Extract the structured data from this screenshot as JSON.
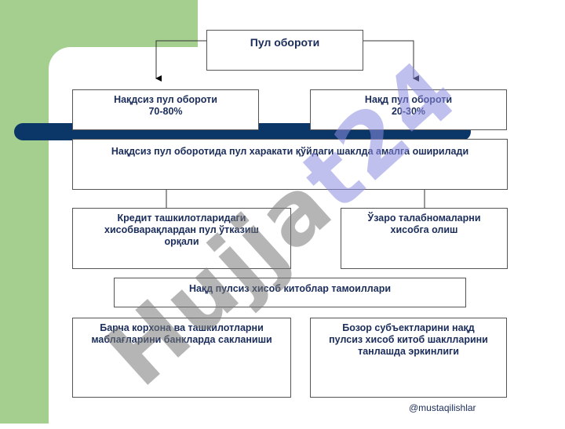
{
  "diagram": {
    "title": "Пул обороти",
    "noncash": {
      "line1": "Нақдсиз пул обороти",
      "line2": "70-80%"
    },
    "cash": {
      "line1": "Нақд пул обороти",
      "line2": "20-30%"
    },
    "noncash_forms": "Нақдсиз пул оборотида пул харакати қўйдаги шаклда амалга оширилади",
    "credit_transfer": {
      "line1": "Кредит ташкилотларидаги",
      "line2": "хисобварақлардан пул ўтказиш",
      "line3": "орқали"
    },
    "mutual_claims": {
      "line1": "Ўзаро талабномаларни",
      "line2": "хисобга олиш"
    },
    "principles": "Нақд пулсиз хисоб китоблар тамоиллари",
    "bank_storage": {
      "line1": "Барча корхона ва ташкилотларни",
      "line2": "маблағларини банкларда сакланиши"
    },
    "market_freedom": {
      "line1": "Бозор субъектларини  нақд",
      "line2": "пулсиз хисоб китоб шаклларини",
      "line3": "танлашда эркинлиги"
    }
  },
  "watermark": {
    "part1": "Hujja",
    "part2": "t24"
  },
  "footer": {
    "credit": "@mustaqilishlar"
  },
  "colors": {
    "green": "#a4cf8f",
    "blue_bar": "#0b3668",
    "text": "#1a2c5a"
  }
}
